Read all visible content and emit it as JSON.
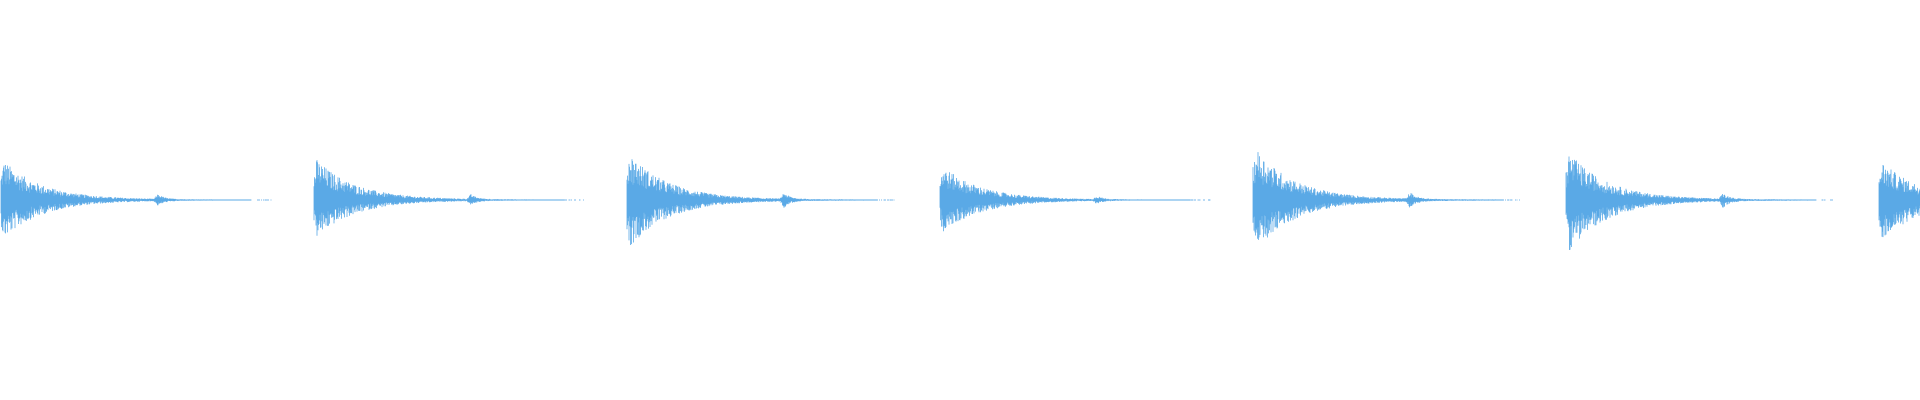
{
  "waveform": {
    "color": "#5aa9e6",
    "background": "#ffffff",
    "hit_count": 7,
    "hits": [
      {
        "index": 1,
        "peak_up": 0.76,
        "peak_down": 0.74,
        "echo": 0.12
      },
      {
        "index": 2,
        "peak_up": 0.78,
        "peak_down": 0.71,
        "echo": 0.11
      },
      {
        "index": 3,
        "peak_up": 0.9,
        "peak_down": 0.9,
        "echo": 0.13
      },
      {
        "index": 4,
        "peak_up": 0.65,
        "peak_down": 0.62,
        "echo": 0.1
      },
      {
        "index": 5,
        "peak_up": 1.0,
        "peak_down": 1.0,
        "echo": 0.12
      },
      {
        "index": 6,
        "peak_up": 0.92,
        "peak_down": 0.98,
        "echo": 0.12
      },
      {
        "index": 7,
        "peak_up": 0.74,
        "peak_down": 0.8,
        "echo": 0.0
      }
    ]
  }
}
